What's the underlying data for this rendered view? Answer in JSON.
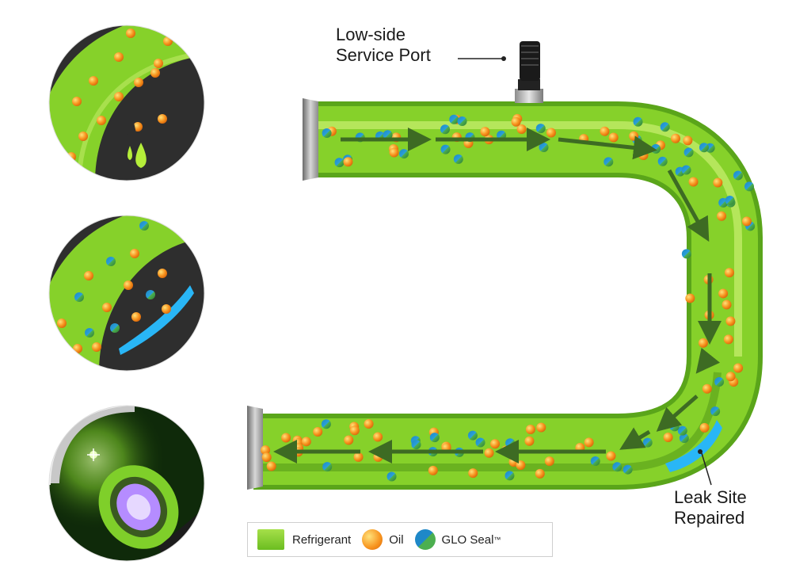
{
  "labels": {
    "service_port": "Low-side\nService Port",
    "leak_site": "Leak Site\nRepaired"
  },
  "legend": {
    "refrigerant": "Refrigerant",
    "oil": "Oil",
    "glo_seal": "GLO Seal",
    "trademark": "™"
  },
  "colors": {
    "refrigerant": "#7fcf2a",
    "oil": "#f7931e",
    "glo_seal": "#1e88c8",
    "glo_seal_secondary": "#4caf50",
    "leak_seal": "#29b6f6",
    "flow_arrow": "#3d6b23",
    "dark_background": "#2e2e2e"
  },
  "icons": [
    "service-port-valve-icon",
    "flow-arrow-icon",
    "uv-flashlight-icon",
    "leak-drop-icon"
  ],
  "insets": [
    {
      "name": "inset-leak-detected",
      "state": "leaking"
    },
    {
      "name": "inset-leak-sealed",
      "state": "sealed"
    },
    {
      "name": "inset-uv-inspection",
      "state": "uv-light"
    }
  ]
}
